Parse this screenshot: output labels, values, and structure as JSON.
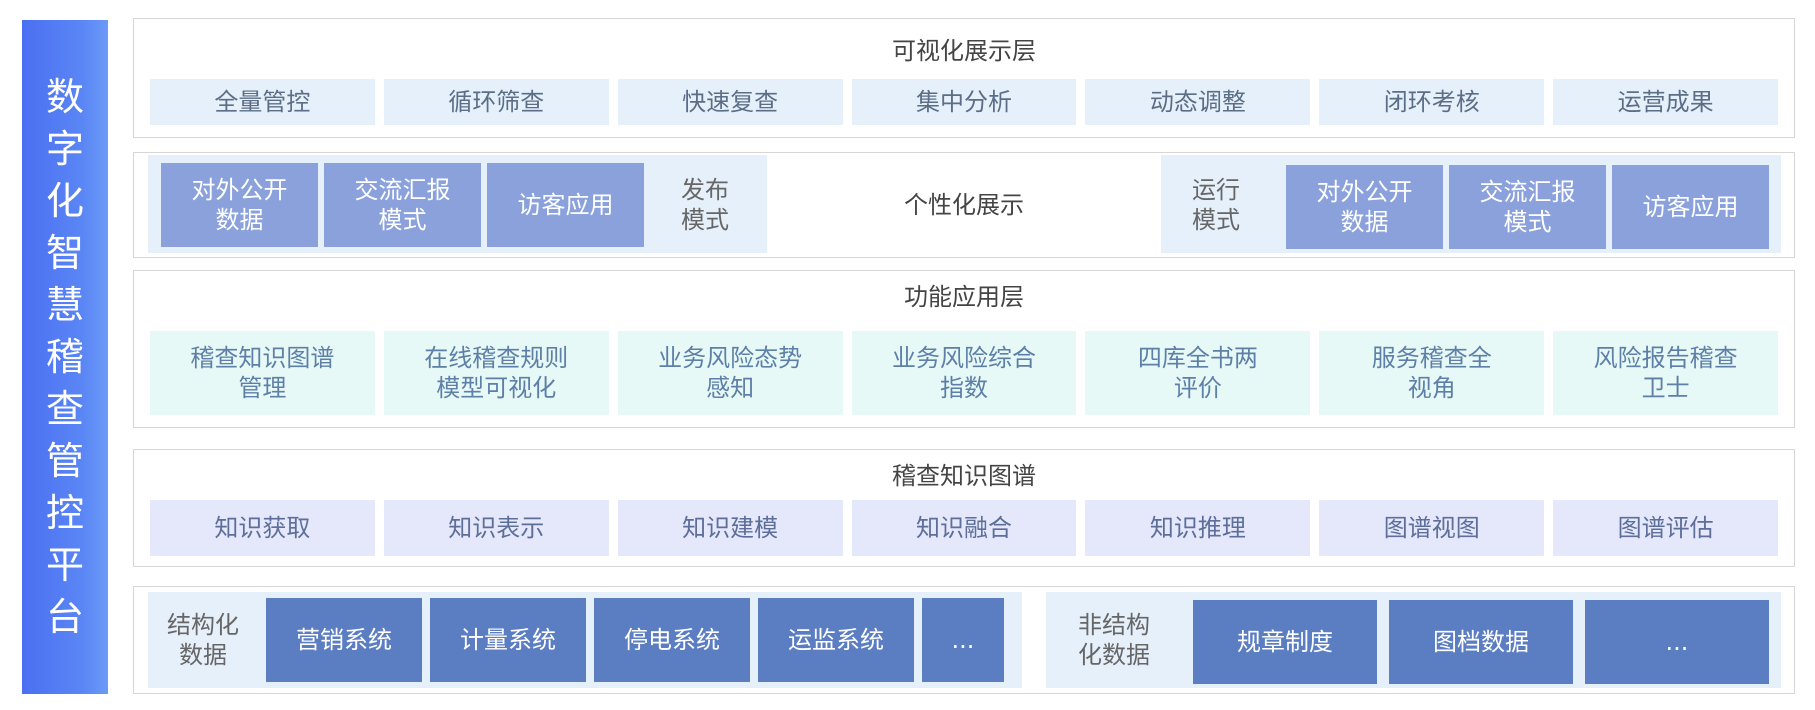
{
  "platform": {
    "title_chars": [
      "数",
      "字",
      "化",
      "智",
      "慧",
      "稽",
      "查",
      "管",
      "控",
      "平",
      "台"
    ]
  },
  "visual_layer": {
    "title": "可视化展示层",
    "items": [
      "全量管控",
      "循环筛查",
      "快速复查",
      "集中分析",
      "动态调整",
      "闭环考核",
      "运营成果"
    ]
  },
  "display_layer": {
    "left_buttons": [
      "对外公开\n数据",
      "交流汇报\n模式",
      "访客应用"
    ],
    "left_label": "发布\n模式",
    "center_label": "个性化展示",
    "right_label": "运行\n模式",
    "right_buttons": [
      "对外公开\n数据",
      "交流汇报\n模式",
      "访客应用"
    ]
  },
  "function_layer": {
    "title": "功能应用层",
    "items": [
      "稽查知识图谱\n管理",
      "在线稽查规则\n模型可视化",
      "业务风险态势\n感知",
      "业务风险综合\n指数",
      "四库全书两\n评价",
      "服务稽查全\n视角",
      "风险报告稽查\n卫士"
    ]
  },
  "kg_layer": {
    "title": "稽查知识图谱",
    "items": [
      "知识获取",
      "知识表示",
      "知识建模",
      "知识融合",
      "知识推理",
      "图谱视图",
      "图谱评估"
    ]
  },
  "data_layer": {
    "structured_label": "结构化\n数据",
    "structured_items": [
      "营销系统",
      "计量系统",
      "停电系统",
      "运监系统",
      "..."
    ],
    "unstructured_label": "非结构\n化数据",
    "unstructured_items": [
      "规章制度",
      "图档数据",
      "..."
    ]
  }
}
